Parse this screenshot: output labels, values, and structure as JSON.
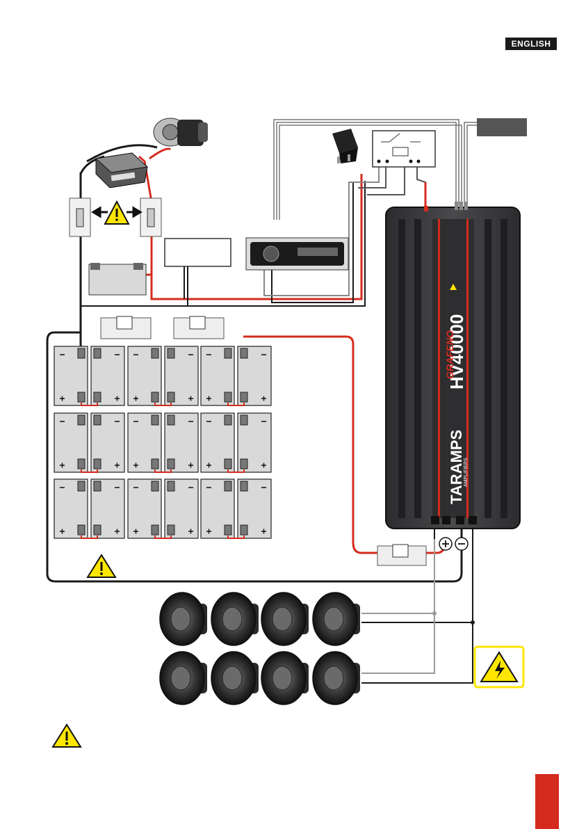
{
  "language_badge": "ENGLISH",
  "amplifier": {
    "brand": "TARAMPS",
    "brand_sub": "AMPLIFIERS",
    "model": "HV40000",
    "edition": "GRAFENO",
    "color_body": "#3a3a3c",
    "color_accent": "#d52b1e"
  },
  "battery_grid": {
    "rows": 3,
    "cols": 6
  },
  "speakers": {
    "rows": 2,
    "per_row": 4
  },
  "icons": {
    "warning": "warning-triangle-icon",
    "high_voltage": "high-voltage-icon",
    "relay": "relay-icon",
    "alternator": "alternator-icon"
  },
  "colors": {
    "positive_wire": "#d52b1e",
    "ground_wire": "#1a1a1a",
    "remote_wire": "#888888",
    "battery_fill": "#d9d9d9",
    "warning_yellow": "#ffe600"
  }
}
